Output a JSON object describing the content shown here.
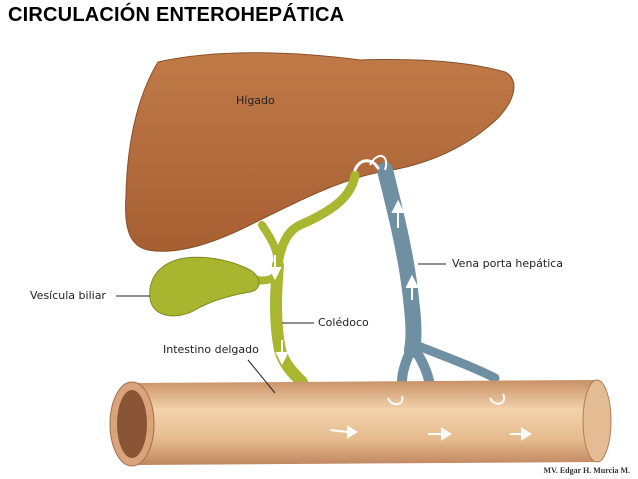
{
  "title": "CIRCULACIÓN ENTEROHEPÁTICA",
  "labels": {
    "liver": "Hígado",
    "gallbladder": "Vesícula biliar",
    "portal_vein": "Vena porta hepática",
    "bile_duct": "Colédoco",
    "small_intestine": "Intestino delgado"
  },
  "credit": "MV. Edgar H. Murcia M.",
  "colors": {
    "liver": "#b46a3c",
    "bile": "#a9b62f",
    "vein": "#6f8fa3",
    "intestine": "#e0b48a"
  }
}
